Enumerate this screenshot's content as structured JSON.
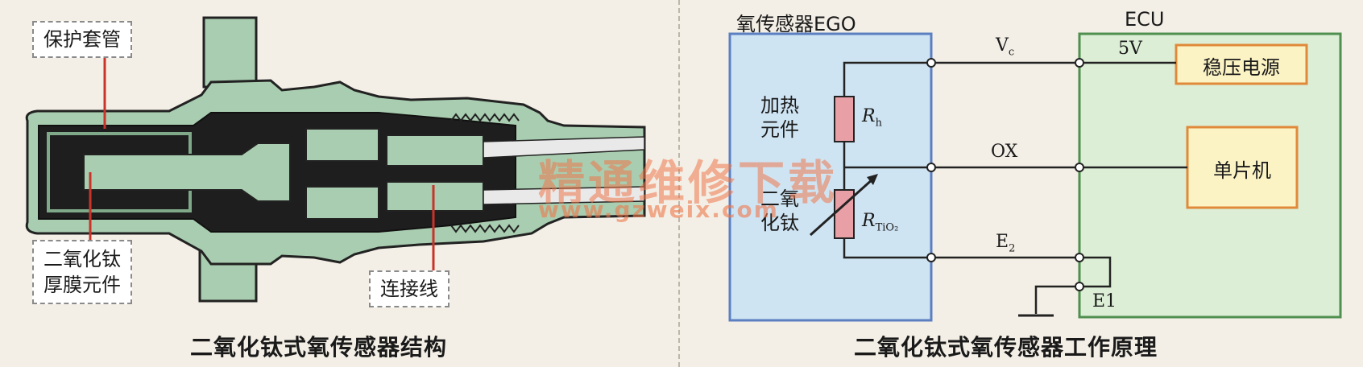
{
  "left": {
    "labels": {
      "protective_sleeve": "保护套管",
      "element_line1": "二氧化钛",
      "element_line2": "厚膜元件",
      "wire": "连接线"
    },
    "caption": "二氧化钛式氧传感器结构"
  },
  "right": {
    "sensor_title": "氧传感器EGO",
    "ecu_title": "ECU",
    "heater_line1": "加热",
    "heater_line2": "元件",
    "tio2_line1": "二氧",
    "tio2_line2": "化钛",
    "rh_main": "R",
    "rh_sub": "h",
    "rtio2_main": "R",
    "rtio2_sub": "TiO₂",
    "vc_main": "V",
    "vc_sub": "c",
    "ox": "OX",
    "e2_main": "E",
    "e2_sub": "2",
    "five_v": "5V",
    "e1": "E1",
    "regulator": "稳压电源",
    "mcu": "单片机",
    "caption": "二氧化钛式氧传感器工作原理"
  },
  "watermark": {
    "text": "精通维修下载",
    "url": "www.gzweix.com"
  },
  "colors": {
    "sensor_fill": "#cfe4f3",
    "sensor_border": "#5b7fc1",
    "ecu_fill": "#dcefd6",
    "ecu_border": "#4f8f4f",
    "box_fill": "#fbf3c4",
    "box_border": "#e0893a",
    "resistor_fill": "#e8a0a6",
    "leader_red": "#c8342a",
    "watermark": "#ee764a"
  }
}
